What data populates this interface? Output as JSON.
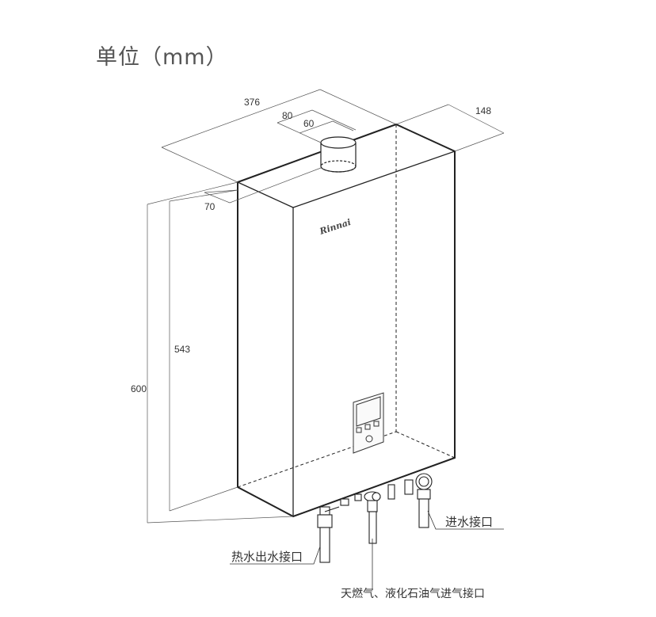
{
  "unit_label": "单位（mm）",
  "dimensions": {
    "width": "376",
    "depth": "148",
    "flue_outer": "80",
    "flue_inner": "60",
    "flue_offset": "70",
    "height_total": "600",
    "height_body": "543"
  },
  "brand": "Rinnai",
  "callouts": {
    "hot_water_outlet": "热水出水接口",
    "cold_water_inlet": "进水接口",
    "gas_inlet": "天燃气、液化石油气进气接口"
  }
}
